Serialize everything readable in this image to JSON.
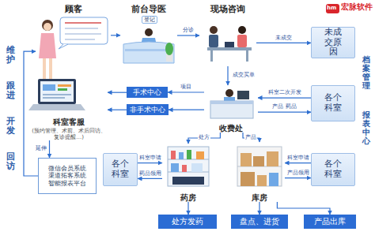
{
  "diagram": {
    "nodes": [
      {
        "text": [
          "顾客"
        ]
      },
      {
        "text": [
          "前台导医"
        ]
      },
      {
        "text": [
          "现场咨询"
        ]
      },
      {
        "text": [
          "未成交原因"
        ]
      },
      {
        "text": [
          "手术中心"
        ]
      },
      {
        "text": [
          "非手术中心"
        ]
      },
      {
        "text": [
          "收费处"
        ]
      },
      {
        "text": [
          "各个科室"
        ]
      },
      {
        "text": [
          "科室客服",
          "(预约管理、术前、术后回访、复诊提醒…)"
        ]
      },
      {
        "text": [
          "微信会员系统",
          "渠道拓客系统",
          "智能报表平台"
        ]
      },
      {
        "text": [
          "各个科室"
        ]
      },
      {
        "text": [
          "药房"
        ]
      },
      {
        "text": [
          "库房"
        ]
      },
      {
        "text": [
          "各个科室"
        ]
      },
      {
        "text": [
          "处方发药"
        ]
      },
      {
        "text": [
          "盘点、进货"
        ]
      },
      {
        "text": [
          "产品出库"
        ]
      }
    ],
    "edges": [
      {
        "from": 0,
        "to": 1,
        "arrow": "to"
      },
      {
        "from": 1,
        "to": 2,
        "label": "分诊",
        "arrow": "to"
      },
      {
        "from": 2,
        "to": 3,
        "label": "未成交",
        "arrow": "to"
      },
      {
        "from": 2,
        "to": 6,
        "label": "成交买单",
        "arrow": "to"
      },
      {
        "from": 6,
        "to": 4,
        "label": "项目",
        "arrow": "to"
      },
      {
        "from": 6,
        "to": 5,
        "arrow": "to"
      },
      {
        "from": 4,
        "to": 8,
        "arrow": "to"
      },
      {
        "from": 5,
        "to": 8,
        "arrow": "to"
      },
      {
        "from": 7,
        "to": 6,
        "label": "科室二次开发",
        "arrow": "to"
      },
      {
        "from": 6,
        "to": 7,
        "label": "产品 药品",
        "arrow": "to"
      },
      {
        "from": 6,
        "to": 11,
        "label": "处方",
        "arrow": "to"
      },
      {
        "from": 6,
        "to": 12,
        "label": "产品",
        "arrow": "to"
      },
      {
        "from": 8,
        "to": 9,
        "label": "延伸",
        "arrow": "to"
      },
      {
        "from": 9,
        "to": 0,
        "arrow": "to"
      },
      {
        "from": 10,
        "to": 11,
        "label": "科室申请",
        "arrow": "to"
      },
      {
        "from": 11,
        "to": 10,
        "label": "药品领用",
        "arrow": "to"
      },
      {
        "from": 13,
        "to": 12,
        "label": "科室申请",
        "arrow": "to"
      },
      {
        "from": 12,
        "to": 13,
        "label": "产品领用",
        "arrow": "to"
      },
      {
        "from": 11,
        "to": 14,
        "arrow": "to"
      },
      {
        "from": 12,
        "to": 15,
        "arrow": "to"
      },
      {
        "from": 12,
        "to": 16,
        "arrow": "to"
      }
    ],
    "labels": [
      "hm",
      "宏脉软件",
      "登记",
      "维护",
      "跟进",
      "开发",
      "回访",
      "档案管理",
      "报表中心"
    ]
  }
}
